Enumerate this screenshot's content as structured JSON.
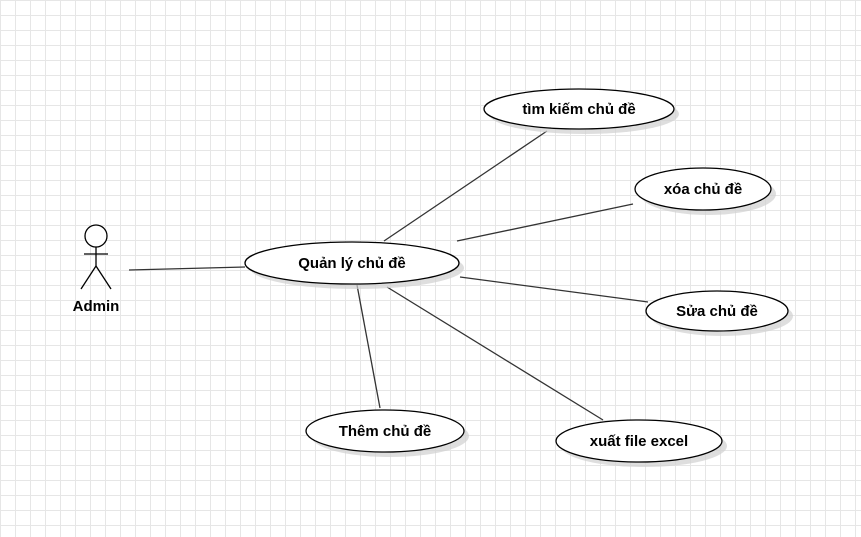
{
  "diagram": {
    "actor": {
      "label": "Admin"
    },
    "main_use_case": {
      "label": "Quản lý chủ đề"
    },
    "use_cases": [
      {
        "id": "search",
        "label": "tìm kiếm chủ đề"
      },
      {
        "id": "delete",
        "label": "xóa chủ đề"
      },
      {
        "id": "edit",
        "label": "Sửa chủ đề"
      },
      {
        "id": "export",
        "label": "xuất file excel"
      },
      {
        "id": "add",
        "label": "Thêm chủ đề"
      }
    ],
    "colors": {
      "line": "#333333",
      "shape_fill": "#ffffff",
      "shape_stroke": "#000000",
      "shadow": "#d0d0d0"
    }
  }
}
